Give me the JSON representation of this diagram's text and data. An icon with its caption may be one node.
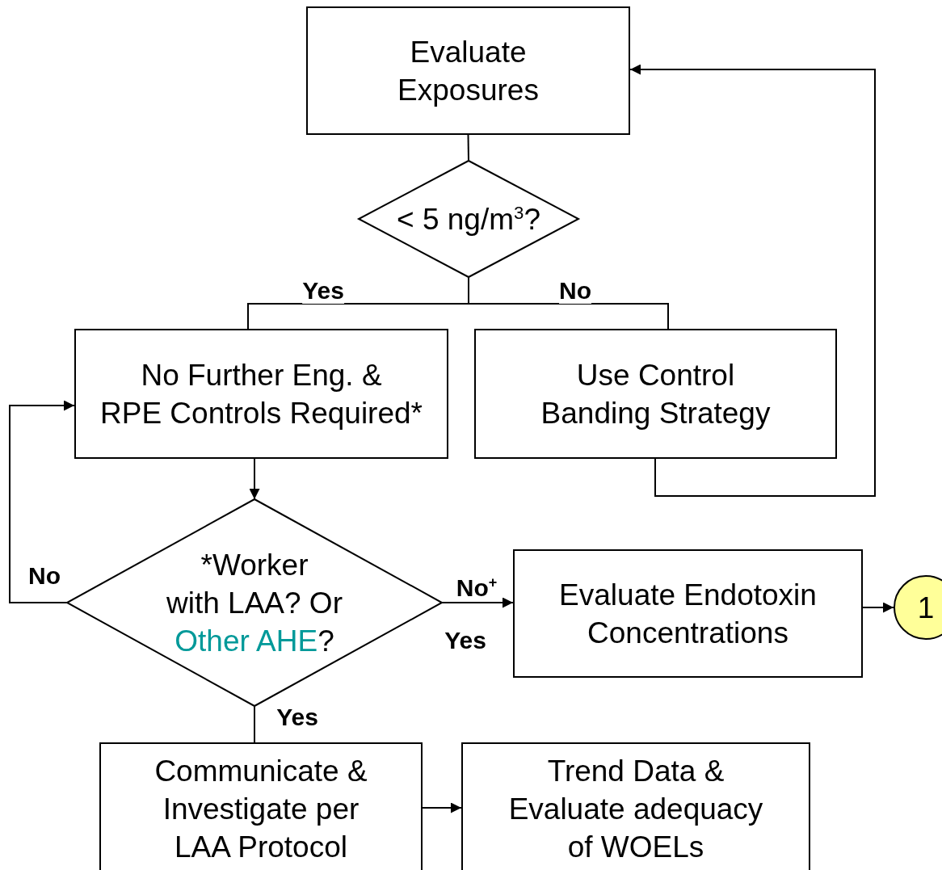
{
  "diagram": {
    "nodes": [
      {
        "text": [
          "Evaluate Exposures"
        ]
      },
      {
        "text": [
          "< 5 ng/m$^{3}$?"
        ]
      },
      {
        "text": [
          "No Further Eng. & RPE Controls Required*"
        ]
      },
      {
        "text": [
          "Use Control Banding Strategy"
        ]
      },
      {
        "text": [
          "*Worker with LAA? Or",
          "Other AHE",
          "?"
        ]
      },
      {
        "text": [
          "Evaluate Endotoxin Concentrations"
        ]
      },
      {
        "text": [
          "1"
        ]
      },
      {
        "text": [
          "Communicate & Investigate per LAA Protocol"
        ]
      },
      {
        "text": [
          "Trend Data & Evaluate adequacy of WOELs"
        ]
      }
    ],
    "edges": [
      {
        "from": 0,
        "to": 1,
        "arrow": "none"
      },
      {
        "from": 1,
        "to": 2,
        "arrow": "none",
        "label": "Yes"
      },
      {
        "from": 1,
        "to": 3,
        "arrow": "none",
        "label": "No"
      },
      {
        "from": 3,
        "to": 0,
        "arrow": "to"
      },
      {
        "from": 2,
        "to": 4,
        "arrow": "to"
      },
      {
        "from": 4,
        "to": 2,
        "arrow": "to",
        "label": "No"
      },
      {
        "from": 4,
        "to": 5,
        "arrow": "to",
        "label": "No$^{+}$"
      },
      {
        "from": 4,
        "to": 7,
        "arrow": "none",
        "label": "Yes"
      },
      {
        "from": 7,
        "to": 8,
        "arrow": "to"
      },
      {
        "from": 5,
        "to": 6,
        "arrow": "to"
      }
    ],
    "labels": [
      "Yes"
    ]
  }
}
